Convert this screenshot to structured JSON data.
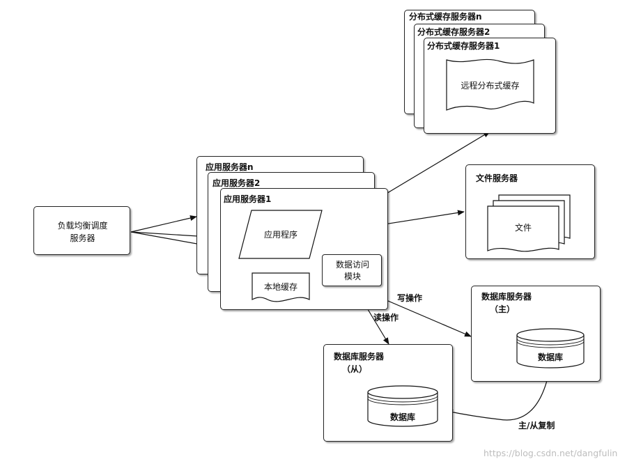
{
  "load_balancer": {
    "line1": "负载均衡调度",
    "line2": "服务器"
  },
  "app_servers": {
    "back": "应用服务器n",
    "middle": "应用服务器2",
    "front": "应用服务器1",
    "program": "应用程序",
    "local_cache": "本地缓存",
    "data_access_line1": "数据访问",
    "data_access_line2": "模块"
  },
  "cache_servers": {
    "back": "分布式缓存服务器n",
    "middle": "分布式缓存服务器2",
    "front": "分布式缓存服务器1",
    "remote_cache": "远程分布式缓存"
  },
  "file_server": {
    "title": "文件服务器",
    "file": "文件"
  },
  "db_master": {
    "title": "数据库服务器",
    "role": "（主）",
    "db": "数据库"
  },
  "db_slave": {
    "title": "数据库服务器",
    "role": "（从）",
    "db": "数据库"
  },
  "edges": {
    "write": "写操作",
    "read": "读操作",
    "replication": "主/从复制"
  },
  "watermark": "https://blog.csdn.net/dangfulin"
}
